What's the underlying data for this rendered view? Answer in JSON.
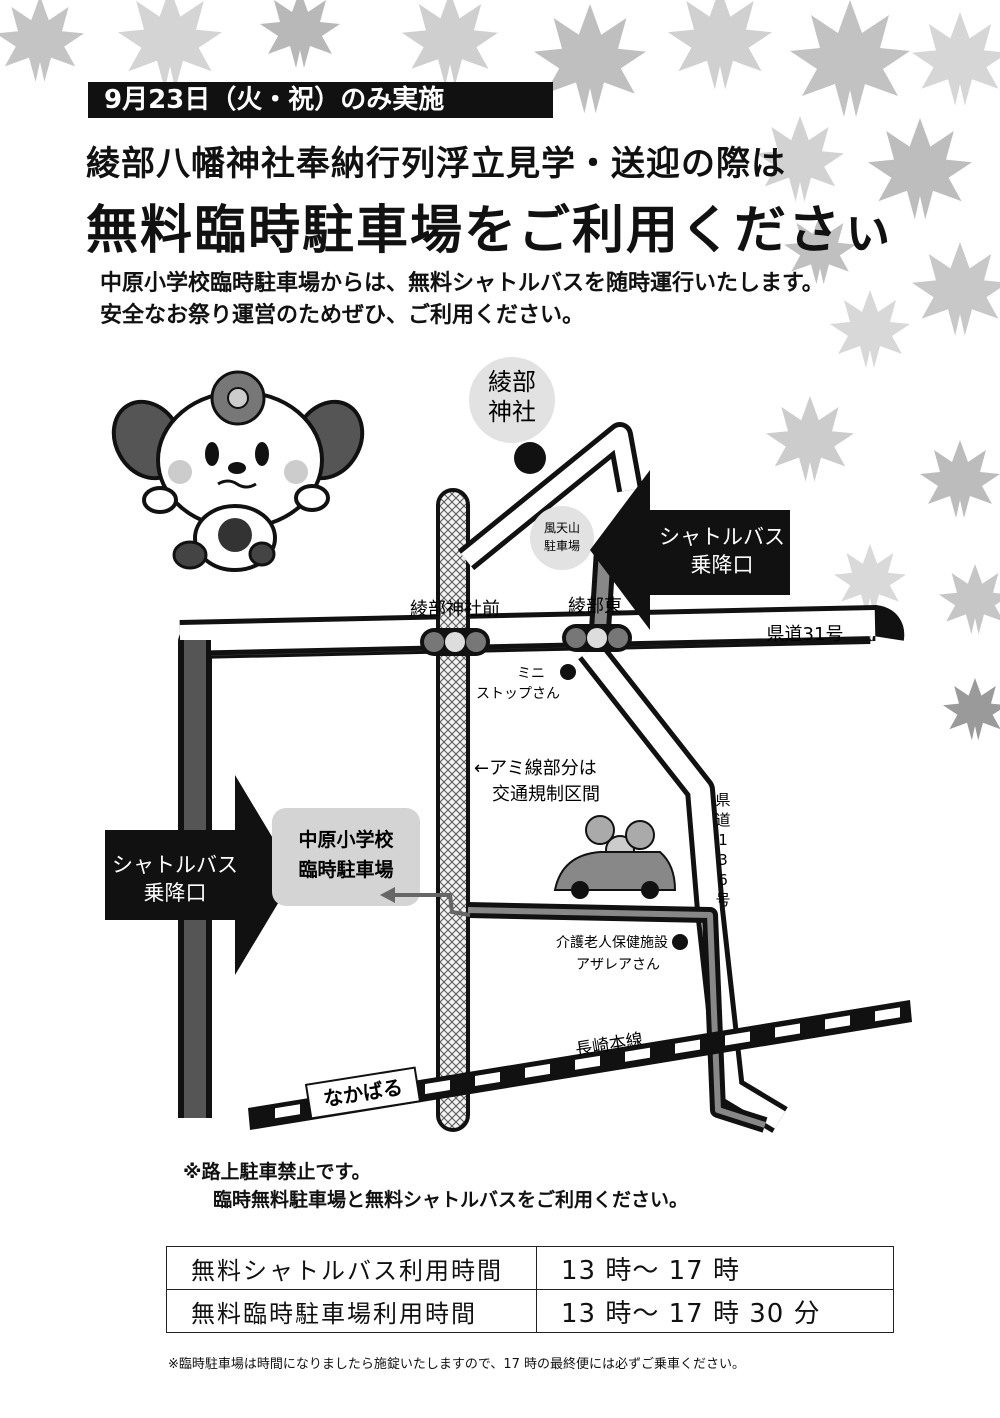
{
  "banner": {
    "date": "9月23日（火・祝）のみ実施",
    "headline_line1": "綾部八幡神社奉納行列浮立見学・送迎の際は",
    "headline_line2": "無料臨時駐車場をご利用くださぃ"
  },
  "intro": {
    "line1": "中原小学校臨時駐車場からは、無料シャトルバスを随時運行いたします。",
    "line2": "安全なお祭り運営のためぜひ、ご利用ください。"
  },
  "map": {
    "shrine_line1": "綾部",
    "shrine_line2": "神社",
    "kazeten_line1": "風天山",
    "kazeten_line2": "駐車場",
    "shuttle_stop_right_line1": "シャトルバス",
    "shuttle_stop_right_line2": "乗降口",
    "shuttle_stop_left_line1": "シャトルバス",
    "shuttle_stop_left_line2": "乗降口",
    "signal_ayabe_jinja_mae": "綾部神社前",
    "signal_ayabe_higashi": "綾部東",
    "route31": "県道31号",
    "ministop_line1": "ミニ",
    "ministop_line2": "ストップさん",
    "mesh_note_line1": "←アミ線部分は",
    "mesh_note_line2": "交通規制区間",
    "school_line1": "中原小学校",
    "school_line2": "臨時駐車場",
    "route136": [
      "県",
      "道",
      "1",
      "3",
      "6",
      "号"
    ],
    "nursing_line1": "介護老人保健施設",
    "nursing_line2": "アザレアさん",
    "railway": "長崎本線",
    "station": "なかばる"
  },
  "notice": {
    "line1": "※路上駐車禁止です。",
    "line2": "臨時無料駐車場と無料シャトルバスをご利用ください。"
  },
  "hours": [
    {
      "label": "無料シャトルバス利用時間",
      "value": "13 時〜 17 時"
    },
    {
      "label": "無料臨時駐車場利用時間",
      "value": "13 時〜 17 時 30 分"
    }
  ],
  "footnote": "※臨時駐車場は時間になりましたら施錠いたしますので、17 時の最終便には必ずご乗車ください。"
}
